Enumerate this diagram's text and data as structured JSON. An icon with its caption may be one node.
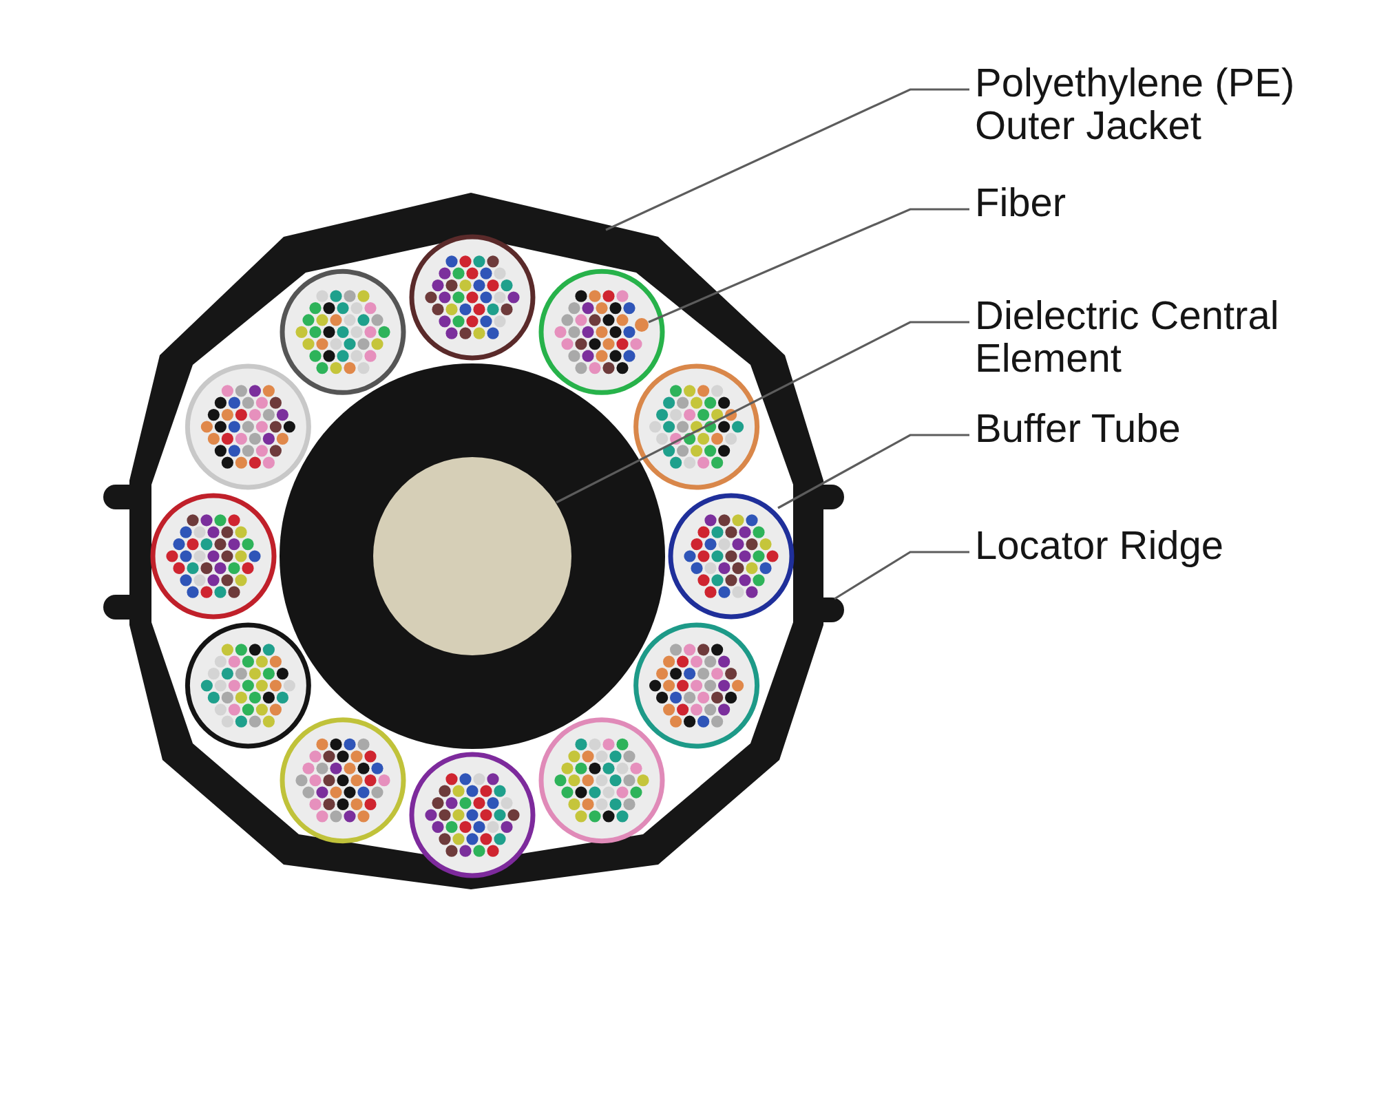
{
  "diagram": {
    "nodes": [
      {
        "text": [
          "Polyethylene (PE) Outer Jacket"
        ]
      },
      {
        "text": [
          "Fiber"
        ]
      },
      {
        "text": [
          "Dielectric Central Element"
        ]
      },
      {
        "text": [
          "Buffer Tube"
        ]
      },
      {
        "text": [
          "Locator Ridge"
        ]
      },
      {
        "text": [],
        "shape": "ring"
      },
      {
        "text": [],
        "shape": "circle",
        "in": 5
      },
      {
        "text": [],
        "shape": "circle",
        "in": 5
      },
      {
        "text": [],
        "shape": "circle",
        "in": 5
      },
      {
        "text": [],
        "shape": "bar",
        "in": 5
      }
    ],
    "edges": [
      {
        "from": 0,
        "to": 5,
        "arrow": "none"
      },
      {
        "from": 1,
        "to": 6,
        "arrow": "none"
      },
      {
        "from": 2,
        "to": 7,
        "arrow": "none"
      },
      {
        "from": 3,
        "to": 8,
        "arrow": "none"
      },
      {
        "from": 4,
        "to": 9,
        "arrow": "none"
      }
    ]
  }
}
